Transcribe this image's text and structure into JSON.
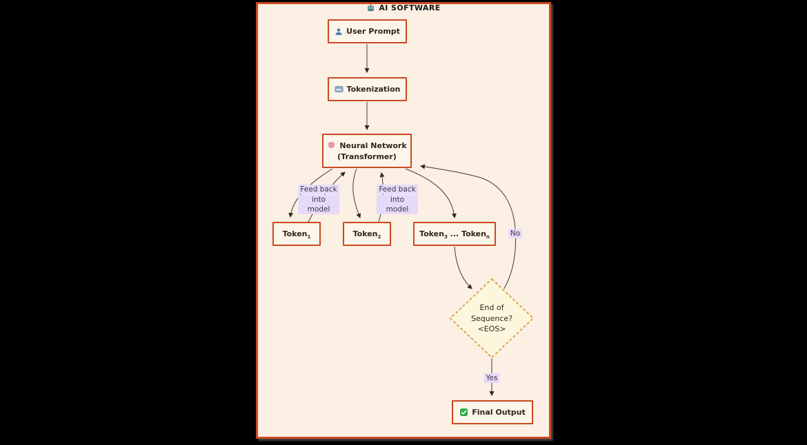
{
  "header": {
    "title": "AI SOFTWARE",
    "title_icon": "robot-icon"
  },
  "nodes": {
    "user_prompt": {
      "label": "User Prompt",
      "icon": "user-icon"
    },
    "tokenization": {
      "label": "Tokenization",
      "icon": "abc-keyboard-icon",
      "icon_text": "abc"
    },
    "neural_network": {
      "label": "Neural Network",
      "sublabel": "(Transformer)",
      "icon": "brain-icon"
    },
    "token1": {
      "base": "Token",
      "sub": "1"
    },
    "token2": {
      "base": "Token",
      "sub": "2"
    },
    "token_range": {
      "base1": "Token",
      "sub1": "3",
      "sep": " ... ",
      "base2": "Token",
      "sub2": "n"
    },
    "eos_decision": {
      "line1": "End of",
      "line2": "Sequence?",
      "line3": "<EOS>"
    },
    "final_output": {
      "label": "Final Output",
      "icon": "check-icon"
    }
  },
  "edge_labels": {
    "feedback1": {
      "line1": "Feed back",
      "line2": "into model"
    },
    "feedback2": {
      "line1": "Feed back",
      "line2": "into model"
    },
    "no": "No",
    "yes": "Yes"
  },
  "colors": {
    "canvas_background": "#fcefe3",
    "frame_border": "#c9491f",
    "node_border": "#c9491f",
    "node_fill": "#fdf4ea",
    "diamond_fill": "#fcf6dd",
    "diamond_border": "#dd9a3f",
    "edge_line": "#3f372d",
    "label_highlight": "#e6dafa",
    "outer_background": "#000000"
  }
}
